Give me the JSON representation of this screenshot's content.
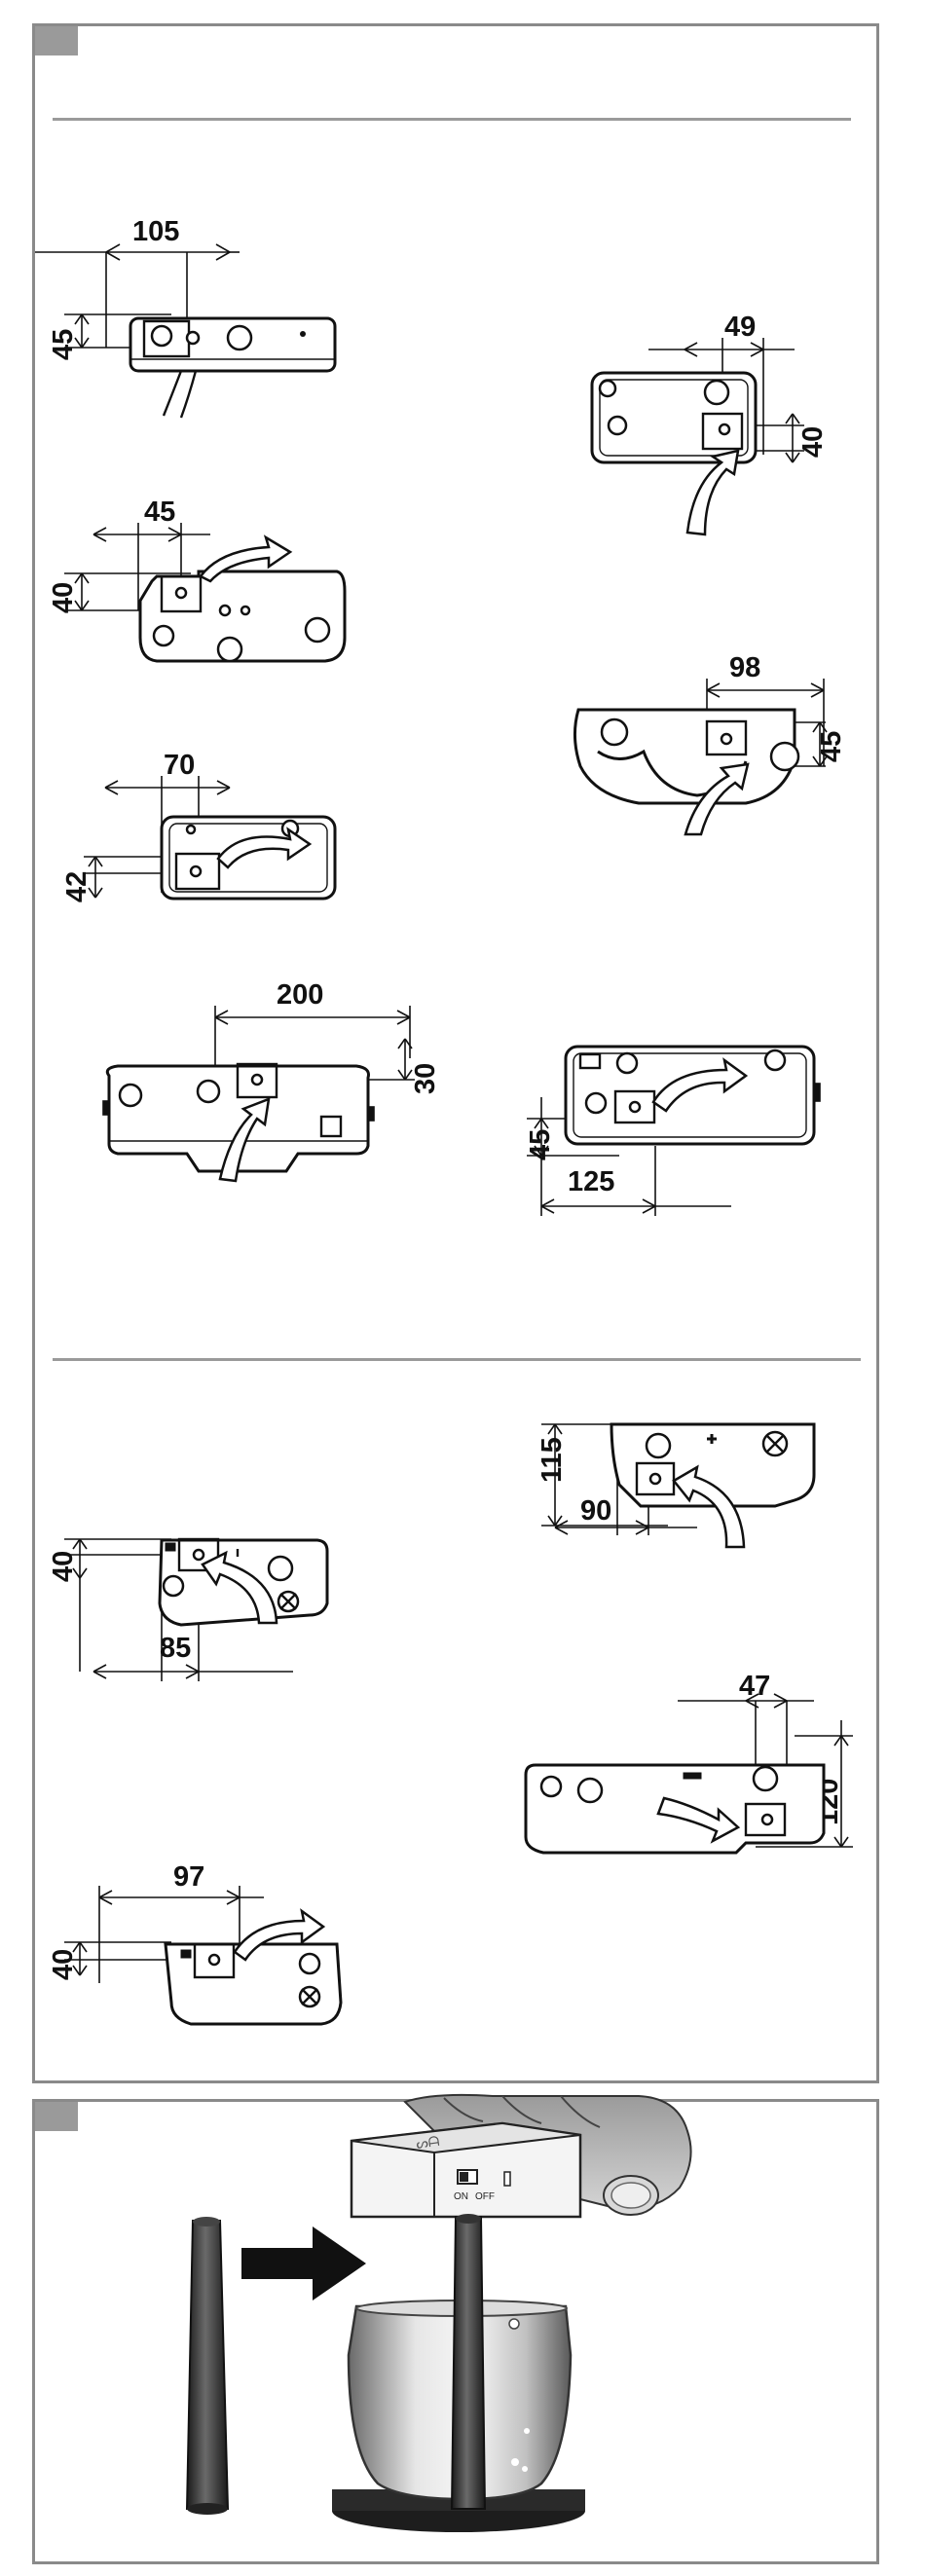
{
  "dimensions": {
    "d1": {
      "w": "105",
      "h": "45"
    },
    "d2": {
      "w": "49",
      "h": "40"
    },
    "d3": {
      "w": "45",
      "h": "40"
    },
    "d4": {
      "w": "98",
      "h": "45"
    },
    "d5": {
      "w": "70",
      "h": "42"
    },
    "d6": {
      "w": "200",
      "h": "30"
    },
    "d7": {
      "w": "125",
      "h": "45"
    },
    "d8": {
      "w": "90",
      "h": "115"
    },
    "d9": {
      "w": "85",
      "h": "40"
    },
    "d10": {
      "w": "47",
      "h": "120"
    },
    "d11": {
      "w": "97",
      "h": "40"
    }
  },
  "device_labels": {
    "on": "ON",
    "off": "OFF",
    "logo": "ᔕᗩ"
  }
}
